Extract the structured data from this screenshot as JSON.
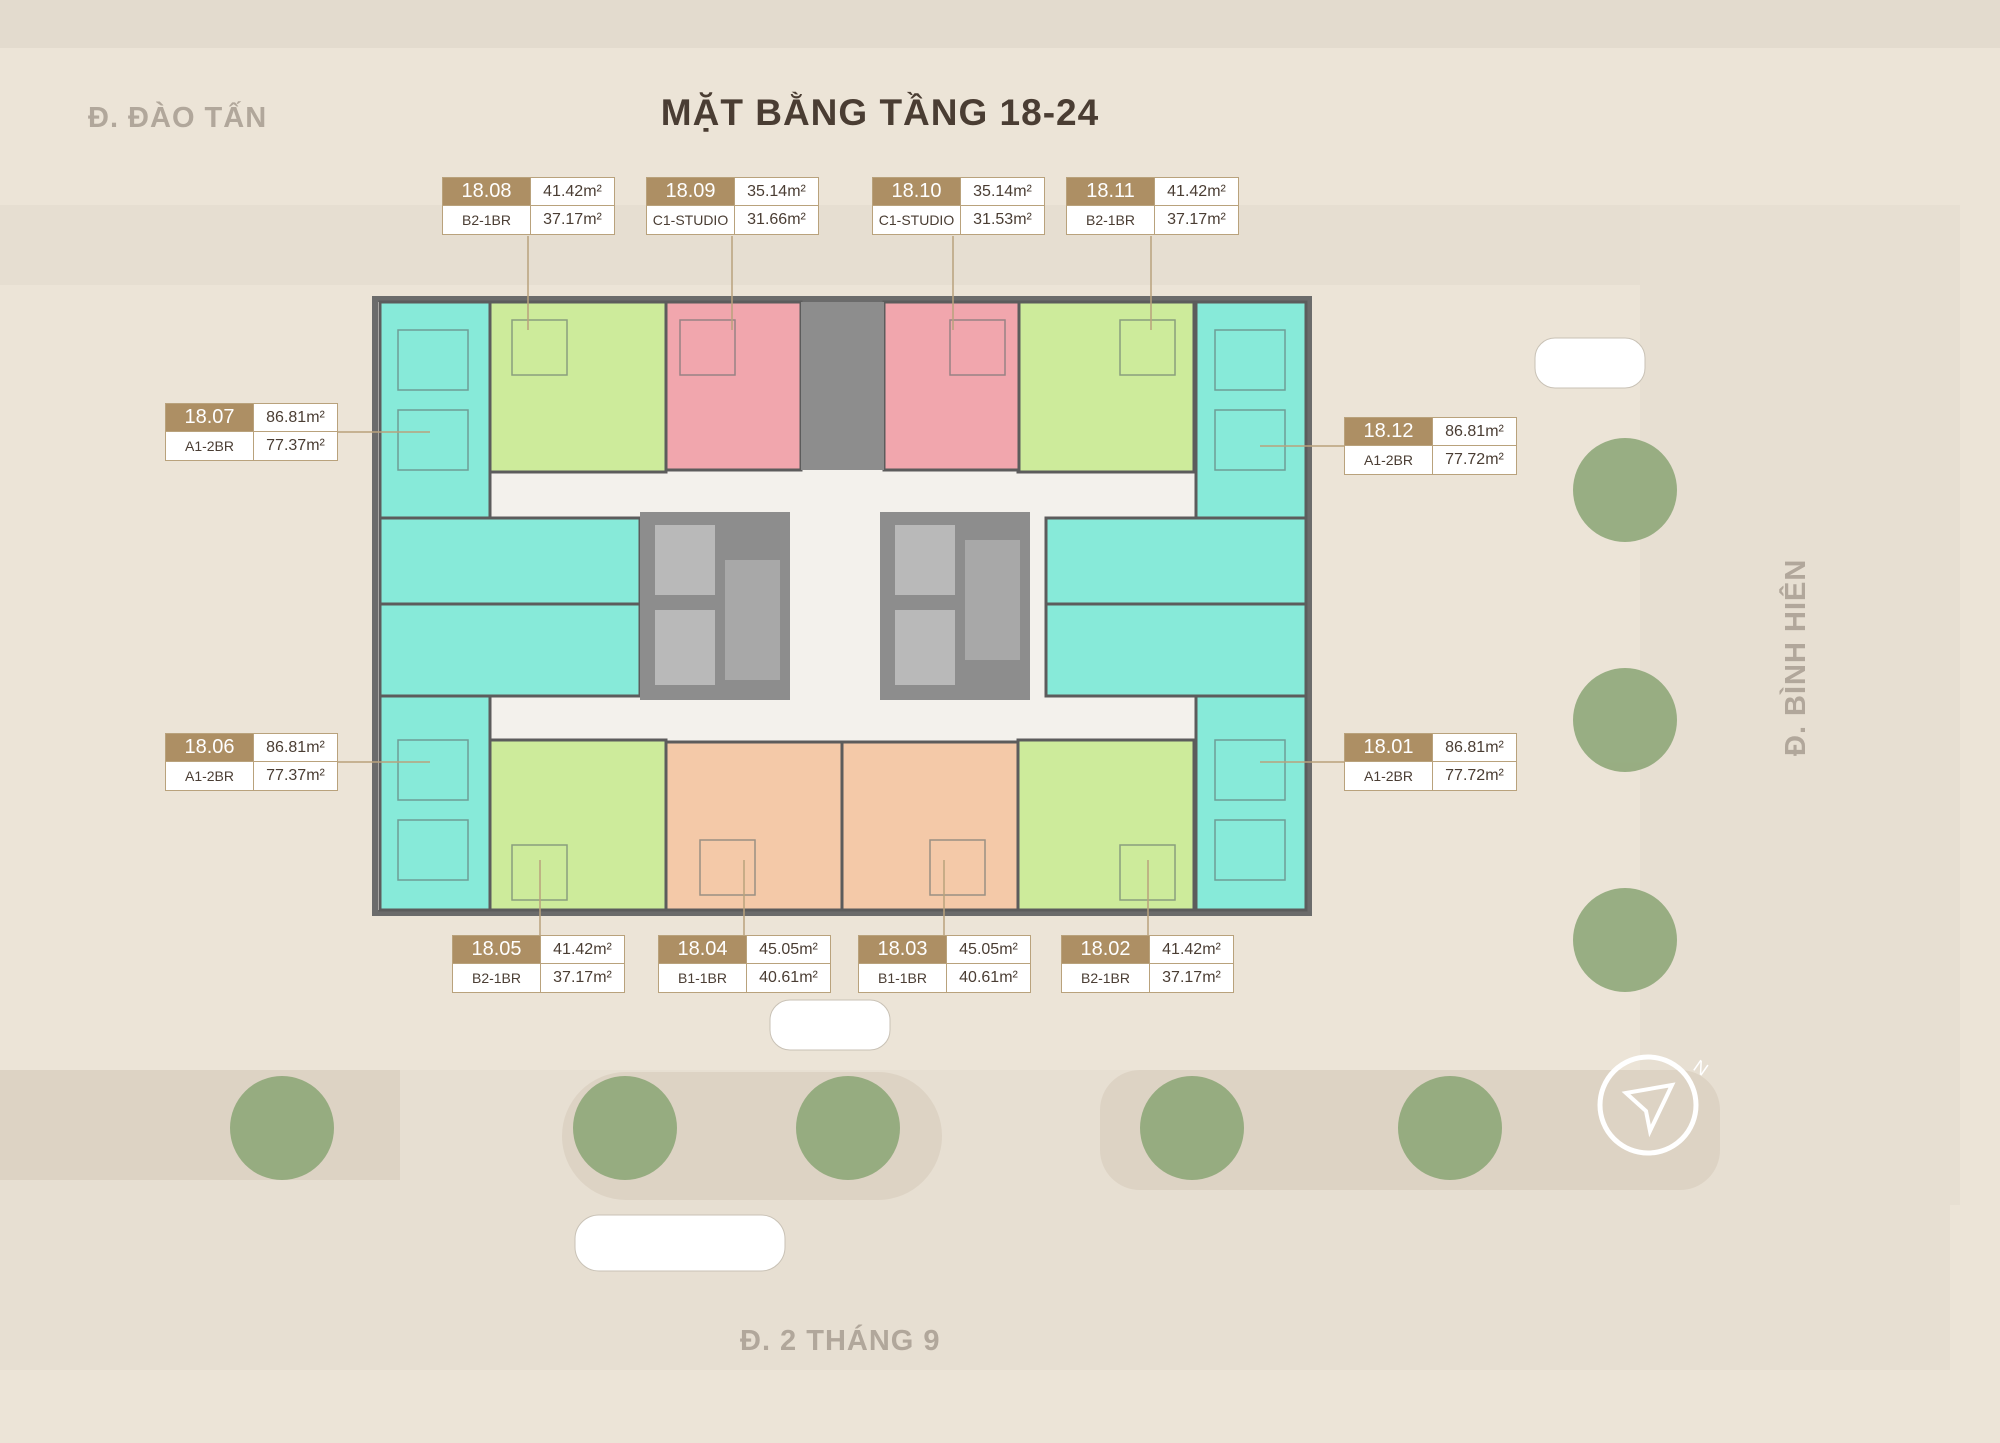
{
  "title": "MẶT BẰNG TẦNG 18-24",
  "streets": {
    "north_west": "Đ. ĐÀO TẤN",
    "east": "Đ. BÌNH HIÊN",
    "south": "Đ. 2 THÁNG 9"
  },
  "colors": {
    "studio": "#f1a6ad",
    "one_bed_b1": "#f4c9a8",
    "one_bed_b2": "#cdeb9b",
    "two_bed": "#87ead9",
    "core": "#8d8d8d",
    "label_accent": "#ad8f64",
    "background": "#ece4d7"
  },
  "units": [
    {
      "id": "18.08",
      "type": "B2-1BR",
      "area_gross": "41.42",
      "area_net": "37.17"
    },
    {
      "id": "18.09",
      "type": "C1-STUDIO",
      "area_gross": "35.14",
      "area_net": "31.66"
    },
    {
      "id": "18.10",
      "type": "C1-STUDIO",
      "area_gross": "35.14",
      "area_net": "31.53"
    },
    {
      "id": "18.11",
      "type": "B2-1BR",
      "area_gross": "41.42",
      "area_net": "37.17"
    },
    {
      "id": "18.07",
      "type": "A1-2BR",
      "area_gross": "86.81",
      "area_net": "77.37"
    },
    {
      "id": "18.12",
      "type": "A1-2BR",
      "area_gross": "86.81",
      "area_net": "77.72"
    },
    {
      "id": "18.06",
      "type": "A1-2BR",
      "area_gross": "86.81",
      "area_net": "77.37"
    },
    {
      "id": "18.01",
      "type": "A1-2BR",
      "area_gross": "86.81",
      "area_net": "77.72"
    },
    {
      "id": "18.05",
      "type": "B2-1BR",
      "area_gross": "41.42",
      "area_net": "37.17"
    },
    {
      "id": "18.04",
      "type": "B1-1BR",
      "area_gross": "45.05",
      "area_net": "40.61"
    },
    {
      "id": "18.03",
      "type": "B1-1BR",
      "area_gross": "45.05",
      "area_net": "40.61"
    },
    {
      "id": "18.02",
      "type": "B2-1BR",
      "area_gross": "41.42",
      "area_net": "37.17"
    }
  ],
  "icons": {
    "compass": "compass-north-icon"
  }
}
